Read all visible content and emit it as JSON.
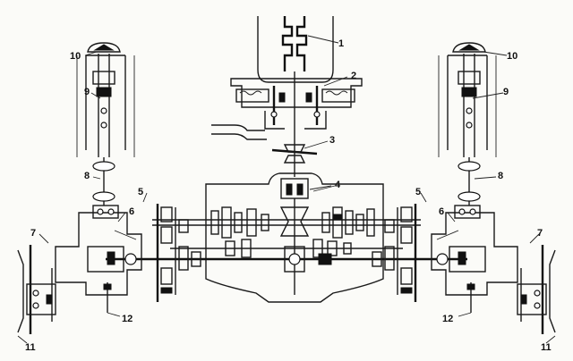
{
  "diagram": {
    "labels": [
      {
        "id": "n1",
        "text": "1"
      },
      {
        "id": "n2",
        "text": "2"
      },
      {
        "id": "n3",
        "text": "3"
      },
      {
        "id": "n4",
        "text": "4"
      },
      {
        "id": "n5l",
        "text": "5"
      },
      {
        "id": "n5r",
        "text": "5"
      },
      {
        "id": "n6l",
        "text": "6"
      },
      {
        "id": "n6r",
        "text": "6"
      },
      {
        "id": "n7l",
        "text": "7"
      },
      {
        "id": "n7r",
        "text": "7"
      },
      {
        "id": "n8l",
        "text": "8"
      },
      {
        "id": "n8r",
        "text": "8"
      },
      {
        "id": "n9l",
        "text": "9"
      },
      {
        "id": "n9r",
        "text": "9"
      },
      {
        "id": "n10l",
        "text": "10"
      },
      {
        "id": "n10r",
        "text": "10"
      },
      {
        "id": "n11l",
        "text": "11"
      },
      {
        "id": "n11r",
        "text": "11"
      },
      {
        "id": "n12l",
        "text": "12"
      },
      {
        "id": "n12r",
        "text": "12"
      }
    ]
  }
}
